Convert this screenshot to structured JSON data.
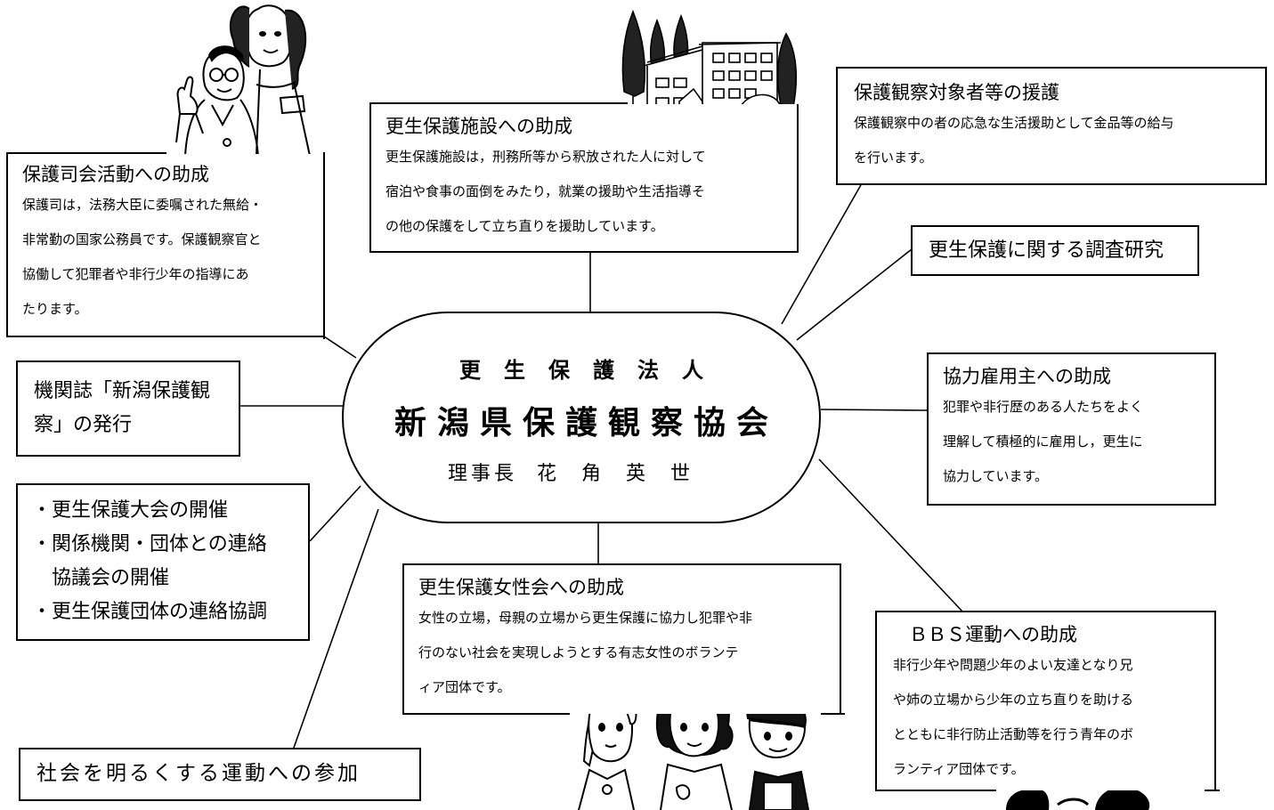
{
  "center": {
    "line1": "更生保護法人",
    "line2": "新潟県保護観察協会",
    "chair_title": "理事長",
    "chair_name": "花角英世"
  },
  "boxes": {
    "hogoshi": {
      "title": "保護司会活動への助成",
      "lines": [
        "保護司は，法務大臣に委嘱された無給・",
        "非常勤の国家公務員です。保護観察官と",
        "協働して犯罪者や非行少年の指導にあ",
        "たります。"
      ]
    },
    "shisetsu": {
      "title": "更生保護施設への助成",
      "lines": [
        "更生保護施設は，刑務所等から釈放された人に対して",
        "宿泊や食事の面倒をみたり，就業の援助や生活指導そ",
        "の他の保護をして立ち直りを援助しています。"
      ]
    },
    "engo": {
      "title": "保護観察対象者等の援護",
      "lines": [
        "保護観察中の者の応急な生活援助として金品等の給与",
        "を行います。"
      ]
    },
    "chosa": {
      "title": "更生保護に関する調査研究"
    },
    "kikanshi": {
      "lines": [
        "機関誌「新潟保護観",
        "察」の発行"
      ]
    },
    "koyo": {
      "title": "協力雇用主への助成",
      "lines": [
        "犯罪や非行歴のある人たちをよく",
        "理解して積極的に雇用し，更生に",
        "協力しています。"
      ]
    },
    "taikai": {
      "items": [
        "・更生保護大会の開催",
        "・関係機関・団体との連絡",
        "　協議会の開催",
        "・更生保護団体の連絡協調"
      ]
    },
    "josei": {
      "title": "更生保護女性会への助成",
      "lines": [
        "女性の立場，母親の立場から更生保護に協力し犯罪や非",
        "行のない社会を実現しようとする有志女性のボランテ",
        "ィア団体です。"
      ]
    },
    "bbs": {
      "title": "ＢＢＳ運動への助成",
      "lines": [
        "非行少年や問題少年のよい友達となり兄",
        "や姉の立場から少年の立ち直りを助ける",
        "とともに非行防止活動等を行う青年のボ",
        "ランティア団体です。"
      ]
    },
    "shakai": {
      "title": "社会を明るくする運動への参加"
    }
  },
  "illustrations": [
    "people-pointing-illustration",
    "building-illustration",
    "women-group-illustration",
    "youth-illustration"
  ]
}
